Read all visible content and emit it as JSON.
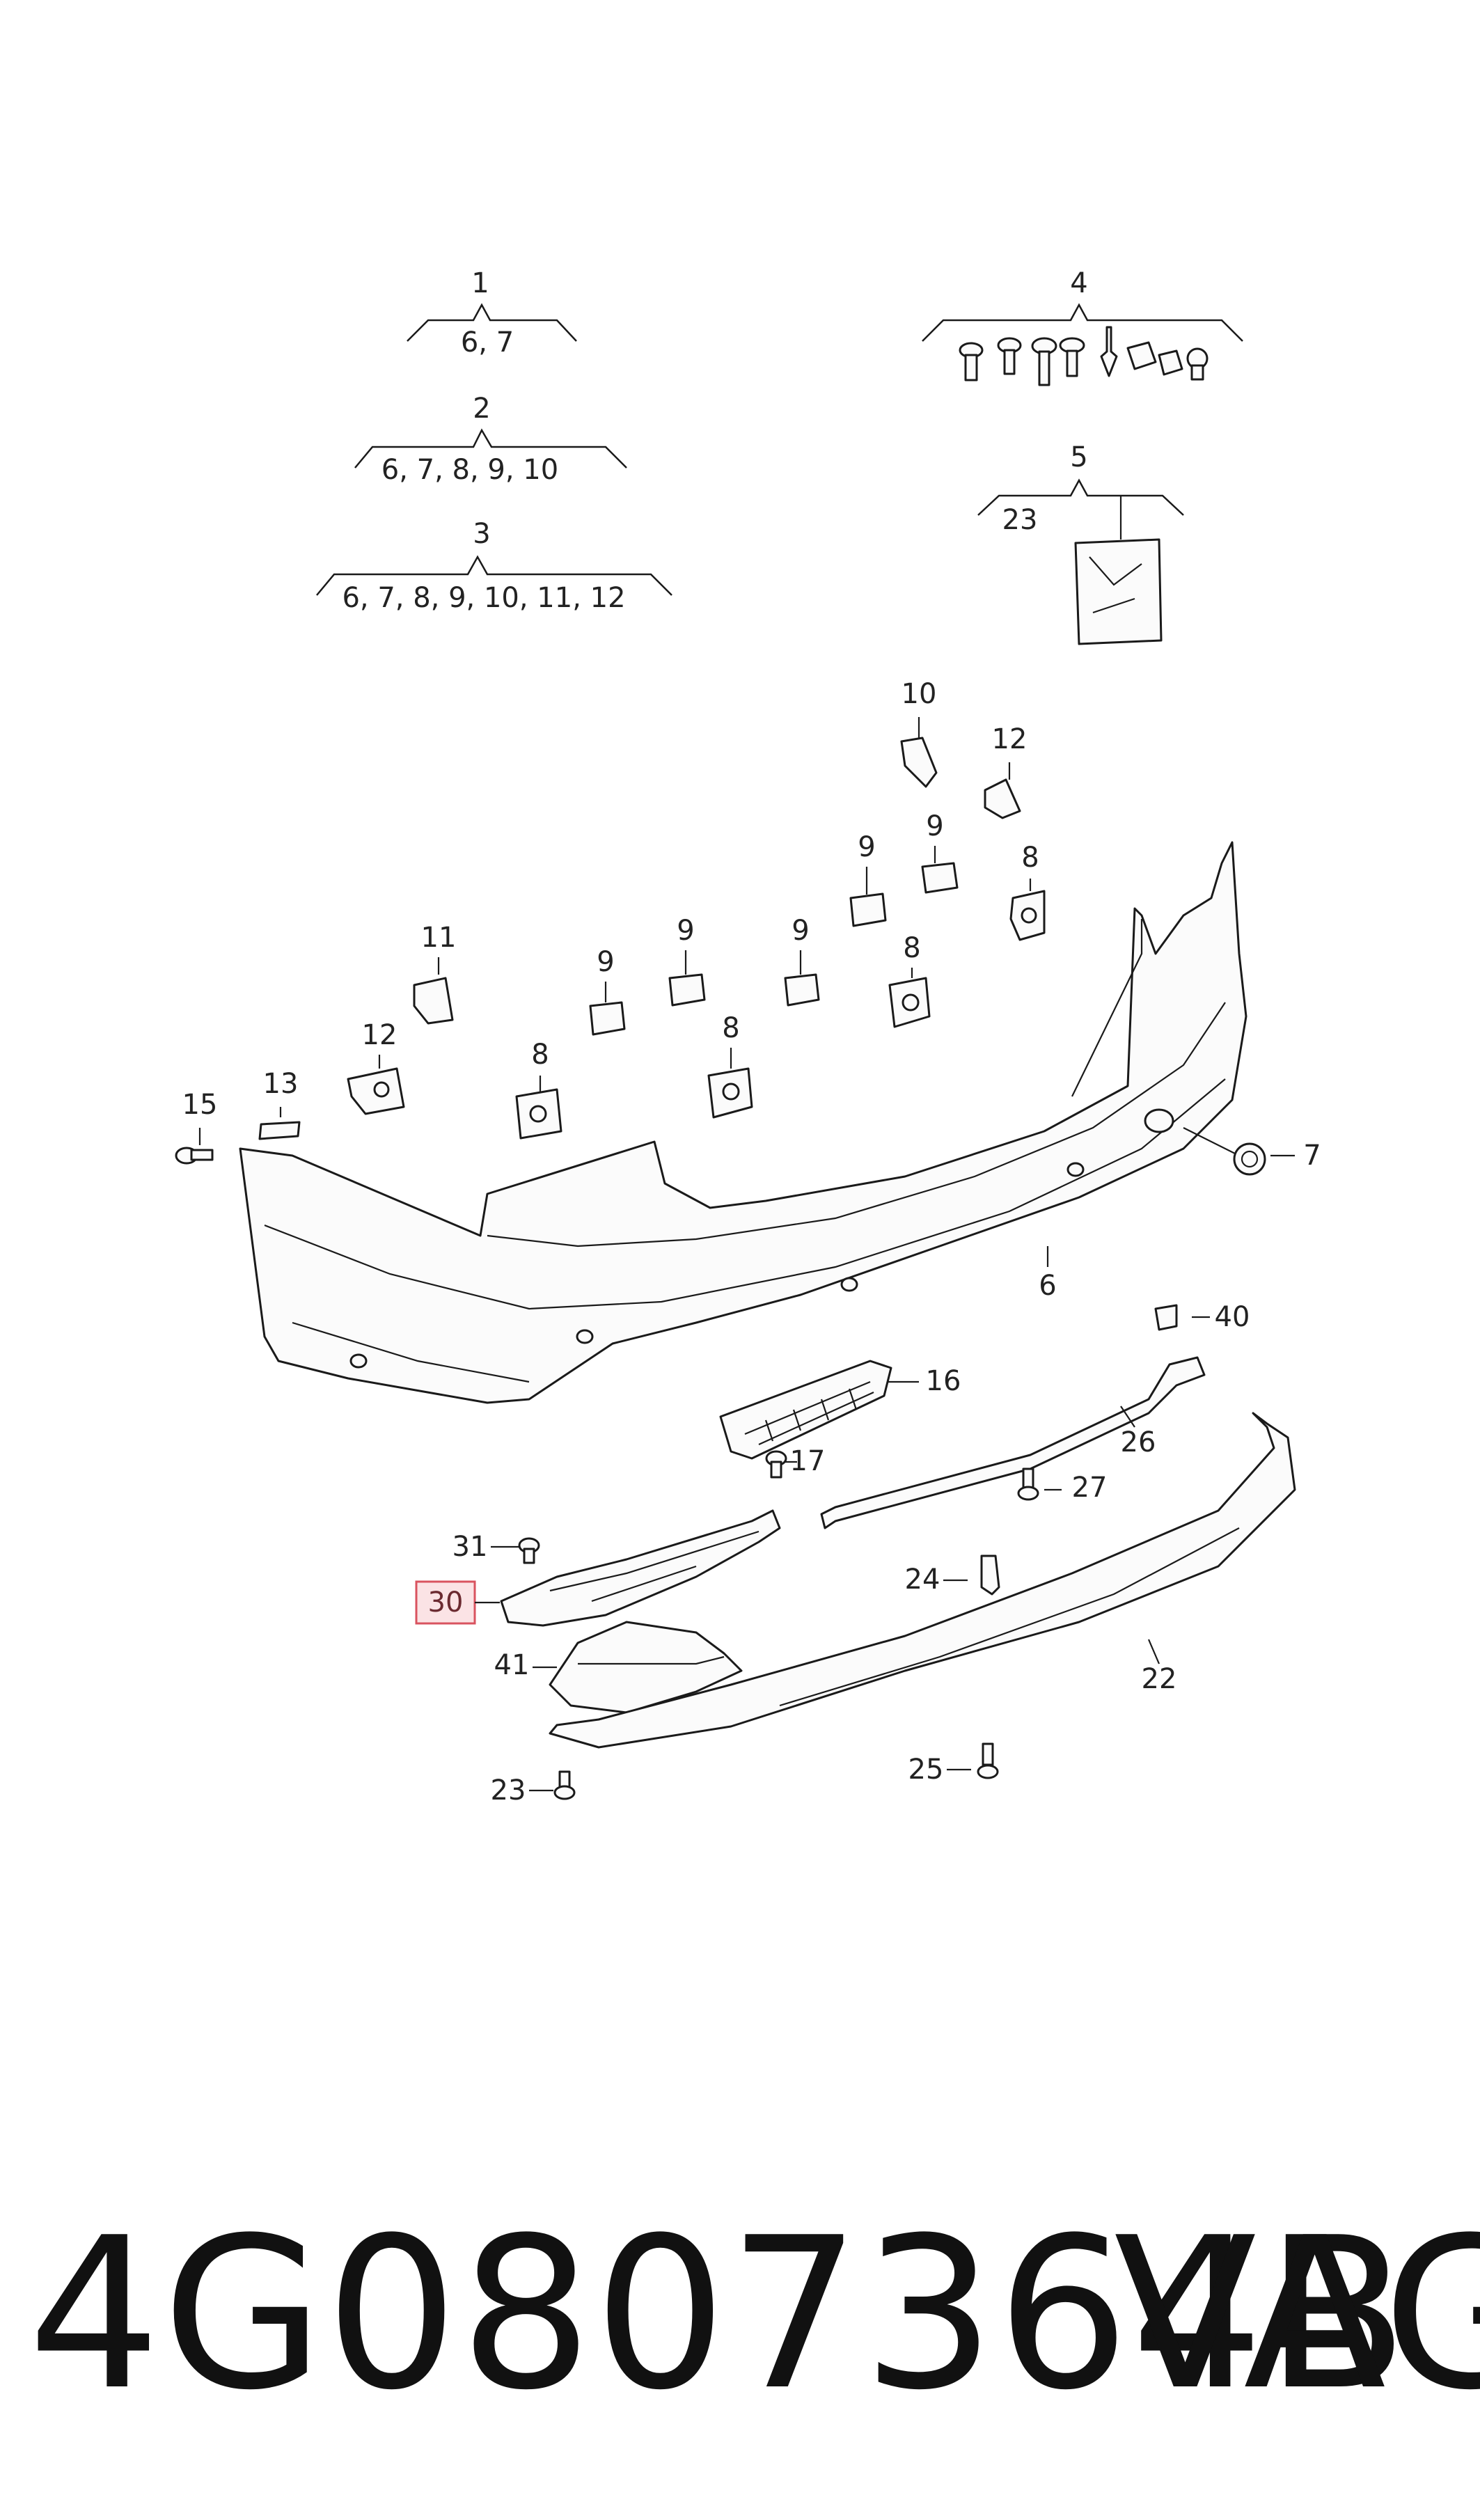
{
  "groups": [
    {
      "num": "1",
      "contents": "6, 7"
    },
    {
      "num": "2",
      "contents": "6, 7, 8, 9, 10"
    },
    {
      "num": "3",
      "contents": "6, 7, 8, 9, 10, 11, 12"
    },
    {
      "num": "4",
      "contents": ""
    },
    {
      "num": "5",
      "contents": "23"
    }
  ],
  "callouts": {
    "c10": "10",
    "c12a": "12",
    "c9a": "9",
    "c9b": "9",
    "c8a": "8",
    "c11": "11",
    "c9c": "9",
    "c9d": "9",
    "c9e": "9",
    "c8b": "8",
    "c12b": "12",
    "c13": "13",
    "c8c": "8",
    "c8d": "8",
    "c15": "15",
    "c7": "7",
    "c6": "6",
    "c40": "40",
    "c16": "16",
    "c26": "26",
    "c17": "17",
    "c27": "27",
    "c31": "31",
    "c30": "30",
    "c24": "24",
    "c41": "41",
    "c22": "22",
    "c23": "23",
    "c25": "25"
  },
  "highlight": {
    "part": "30",
    "color": "#d9535f",
    "fill": "#fbe3e5"
  },
  "footer": {
    "part_number": "4G0807364B",
    "brand": "VAG"
  }
}
